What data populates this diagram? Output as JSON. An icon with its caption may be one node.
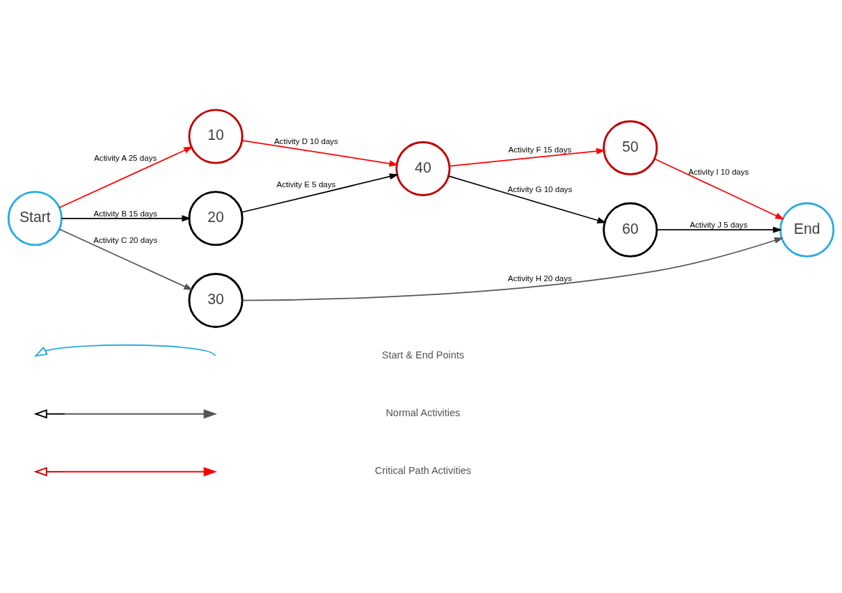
{
  "diagram": {
    "nodes": [
      {
        "text": [
          "Start"
        ]
      },
      {
        "text": [
          "10"
        ]
      },
      {
        "text": [
          "20"
        ]
      },
      {
        "text": [
          "30"
        ]
      },
      {
        "text": [
          "40"
        ]
      },
      {
        "text": [
          "50"
        ]
      },
      {
        "text": [
          "60"
        ]
      },
      {
        "text": [
          "End"
        ]
      }
    ],
    "edges": [
      {
        "from": 0,
        "to": 1,
        "arrow": "to",
        "label": "Activity A 25 days",
        "color": "#ff0000"
      },
      {
        "from": 0,
        "to": 2,
        "arrow": "to",
        "label": "Activity B 15 days",
        "color": "#000000"
      },
      {
        "from": 0,
        "to": 3,
        "arrow": "to",
        "label": "Activity C 20 days",
        "color": "#555555"
      },
      {
        "from": 1,
        "to": 4,
        "arrow": "to",
        "label": "Activity D 10 days",
        "color": "#ff0000"
      },
      {
        "from": 2,
        "to": 4,
        "arrow": "to",
        "label": "Activity E 5 days",
        "color": "#000000"
      },
      {
        "from": 4,
        "to": 5,
        "arrow": "to",
        "label": "Activity F 15 days",
        "color": "#ff0000"
      },
      {
        "from": 4,
        "to": 6,
        "arrow": "to",
        "label": "Activity G 10 days",
        "color": "#000000"
      },
      {
        "from": 3,
        "to": 7,
        "arrow": "to",
        "label": "Activity H 20 days",
        "color": "#555555"
      },
      {
        "from": 5,
        "to": 7,
        "arrow": "to",
        "label": "Activity I 10 days",
        "color": "#ff0000"
      },
      {
        "from": 6,
        "to": 7,
        "arrow": "to",
        "label": "Activity J 5 days",
        "color": "#000000"
      }
    ],
    "legend": [
      {
        "text": "Start & End Points"
      },
      {
        "text": "Normal Activities"
      },
      {
        "text": "Critical Path Activities"
      }
    ]
  }
}
